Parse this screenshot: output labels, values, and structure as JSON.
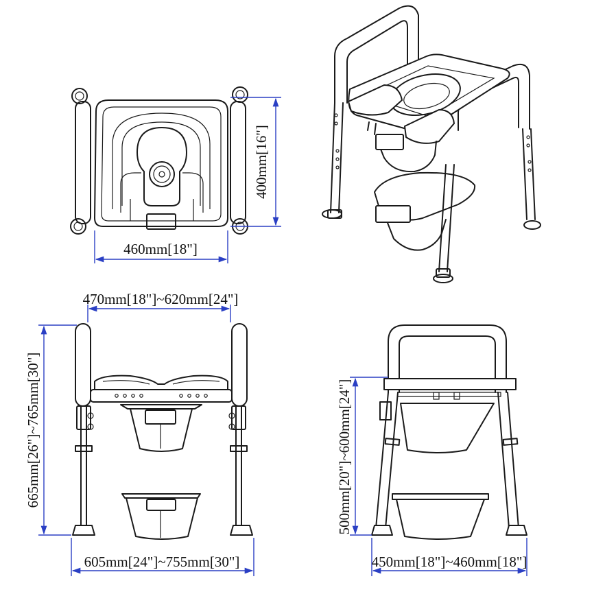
{
  "dimensions": {
    "top_width": "460mm[18\"]",
    "top_depth": "400mm[16\"]",
    "armrest_width": "470mm[18\"]~620mm[24\"]",
    "overall_height": "665mm[26\"]~765mm[30\"]",
    "base_width": "605mm[24\"]~755mm[30\"]",
    "seat_height": "500mm[20\"]~600mm[24\"]",
    "side_depth": "450mm[18\"]~460mm[18\"]"
  },
  "colors": {
    "dimension_line": "#2a3fc4",
    "outline": "#1a1a1a"
  }
}
